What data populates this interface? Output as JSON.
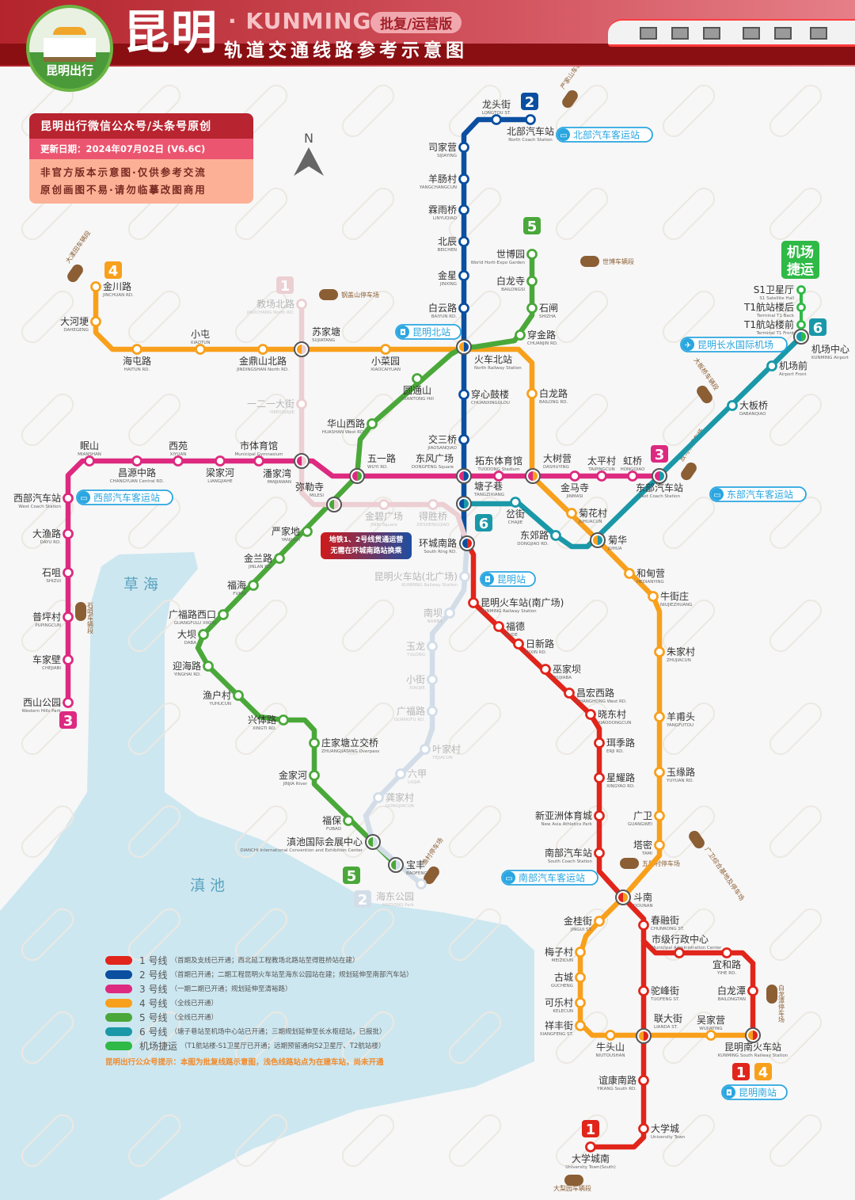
{
  "header": {
    "title_cn": "昆明",
    "title_en": "· KUNMING",
    "version_tag": "批复/运营版",
    "subtitle": "轨道交通线路参考示意图",
    "logo_text": "昆明出行"
  },
  "info": {
    "line1": "昆明出行微信公众号/头条号原创",
    "update": "更新日期：2024年07月02日 (V6.6C)",
    "note1": "非官方版本示意图·仅供参考交流",
    "note2": "原创画图不易·请勿临摹改图商用"
  },
  "compass": "N",
  "lakes": {
    "caohai": "草 海",
    "dianchi": "滇 池"
  },
  "watermark": "昆明出行",
  "notice": {
    "line1": "地铁1、2号线贯通运营",
    "line2": "无需在环城南路站换乘"
  },
  "colors": {
    "1": "#e1251b",
    "2": "#0b4fa0",
    "3": "#dd2a80",
    "4": "#f8a01c",
    "5": "#4aa83a",
    "6": "#1a98a8",
    "AE": "#2fb946",
    "1L": "#eccfd3",
    "2L": "#d2dde8",
    "depot": "#8b5e34",
    "hub": "#2aa6e0",
    "lake": "#cde7f0"
  },
  "lines": [
    {
      "id": "1",
      "label": "1 号线",
      "desc": "（首期及支线已开通；西北延工程教场北路站至得胜桥站在建）"
    },
    {
      "id": "2",
      "label": "2 号线",
      "desc": "（首期已开通；二期工程昆明火车站至海东公园站在建；规划延伸至南部汽车站）"
    },
    {
      "id": "3",
      "label": "3 号线",
      "desc": "（一期二期已开通；规划延伸至清裕路）"
    },
    {
      "id": "4",
      "label": "4 号线",
      "desc": "（全线已开通）"
    },
    {
      "id": "5",
      "label": "5 号线",
      "desc": "（全线已开通）"
    },
    {
      "id": "6",
      "label": "6 号线",
      "desc": "（塘子巷站至机场中心站已开通；三期规划延伸至长水枢纽站，已报批）"
    },
    {
      "id": "AE",
      "label": "机场捷运",
      "desc": "（T1航站楼-S1卫星厅已开通；远期预留通向S2卫星厅、T2航站楼）"
    }
  ],
  "legend_tip": "昆明出行公众号提示：本图为批复线路示意图，浅色线路站点为在建车站，尚未开通",
  "badges": [
    {
      "text": "2",
      "line": "2"
    },
    {
      "text": "5",
      "line": "5"
    },
    {
      "text": "4",
      "line": "4"
    },
    {
      "text": "1",
      "line": "1L"
    },
    {
      "text": "6",
      "line": "6"
    },
    {
      "text": "3",
      "line": "3"
    },
    {
      "text": "6",
      "line": "6"
    },
    {
      "text": "3",
      "line": "3"
    },
    {
      "text": "5",
      "line": "5"
    },
    {
      "text": "2",
      "line": "2L"
    },
    {
      "text": "1",
      "line": "1"
    },
    {
      "text": "4",
      "line": "4"
    },
    {
      "text": "1",
      "line": "1"
    },
    {
      "text": "机场捷运",
      "line": "AE"
    }
  ],
  "hubs": [
    {
      "text": "北部汽车客运站",
      "icon": "bus"
    },
    {
      "text": "昆明北站",
      "icon": "train"
    },
    {
      "text": "西部汽车客运站",
      "icon": "bus"
    },
    {
      "text": "昆明长水国际机场",
      "icon": "plane"
    },
    {
      "text": "东部汽车客运站",
      "icon": "bus"
    },
    {
      "text": "昆明站",
      "icon": "train"
    },
    {
      "text": "南部汽车客运站",
      "icon": "bus"
    },
    {
      "text": "昆明南站",
      "icon": "train"
    }
  ],
  "depots": [
    {
      "text": "大漾田车辆段"
    },
    {
      "text": "钢盖山停车场"
    },
    {
      "text": "世博车辆段"
    },
    {
      "text": "严家山车辆段"
    },
    {
      "text": "大板桥车辆段"
    },
    {
      "text": "放马桥停车场"
    },
    {
      "text": "石咀车辆段"
    },
    {
      "text": "渔村停车场"
    },
    {
      "text": "五腊村停车场"
    },
    {
      "text": "广卫综合基地及停车场"
    },
    {
      "text": "白龙潭停车场"
    },
    {
      "text": "大梨园车辆段"
    }
  ],
  "stations": [
    {
      "cn": "龙头街",
      "en": "LONGTOU ST.",
      "lines": [
        "2"
      ]
    },
    {
      "cn": "北部汽车站",
      "en": "North Coach Station",
      "lines": [
        "2"
      ]
    },
    {
      "cn": "司家营",
      "en": "SIJIAYING",
      "lines": [
        "2"
      ]
    },
    {
      "cn": "羊肠村",
      "en": "YANGCHANGCUN",
      "lines": [
        "2"
      ]
    },
    {
      "cn": "霖雨桥",
      "en": "LINYUQIAO",
      "lines": [
        "2"
      ]
    },
    {
      "cn": "北辰",
      "en": "BEICHEN",
      "lines": [
        "2"
      ]
    },
    {
      "cn": "金星",
      "en": "JINXING",
      "lines": [
        "2"
      ]
    },
    {
      "cn": "白云路",
      "en": "BAIYUN RD.",
      "lines": [
        "2"
      ]
    },
    {
      "cn": "火车北站",
      "en": "North Railway Station",
      "lines": [
        "4",
        "2",
        "5"
      ]
    },
    {
      "cn": "穿心鼓楼",
      "en": "CHUANXINGULOU",
      "lines": [
        "2"
      ]
    },
    {
      "cn": "交三桥",
      "en": "JIAOSANQIAO",
      "lines": [
        "2"
      ]
    },
    {
      "cn": "东风广场",
      "en": "DONGFENG Square",
      "lines": [
        "3",
        "2"
      ]
    },
    {
      "cn": "塘子巷",
      "en": "TANGZIXIANG",
      "lines": [
        "2",
        "6"
      ]
    },
    {
      "cn": "环城南路",
      "en": "South Ring RD.",
      "lines": [
        "2",
        "1"
      ]
    },
    {
      "cn": "昆明火车站(北广场)",
      "en": "KUNMING Railway Station",
      "lines": [
        "2L"
      ]
    },
    {
      "cn": "南坝",
      "en": "NANBA",
      "lines": [
        "2L"
      ]
    },
    {
      "cn": "玉龙",
      "en": "YULONG",
      "lines": [
        "2L"
      ]
    },
    {
      "cn": "小街",
      "en": "XIAOJIE",
      "lines": [
        "2L"
      ]
    },
    {
      "cn": "广福路",
      "en": "GUANGFU RD.",
      "lines": [
        "2L"
      ]
    },
    {
      "cn": "叶家村",
      "en": "YEJIACUN",
      "lines": [
        "2L"
      ]
    },
    {
      "cn": "六甲",
      "en": "LIUJIA",
      "lines": [
        "2L"
      ]
    },
    {
      "cn": "龚家村",
      "en": "GONGJIACUN",
      "lines": [
        "2L"
      ]
    },
    {
      "cn": "海东公园",
      "en": "HAIDONG Park",
      "lines": [
        "2L"
      ]
    },
    {
      "cn": "昆明火车站(南广场)",
      "en": "KUNMING Railway Station",
      "lines": [
        "1"
      ]
    },
    {
      "cn": "福德",
      "en": "FUDE",
      "lines": [
        "1"
      ]
    },
    {
      "cn": "日新路",
      "en": "RIXIN RD.",
      "lines": [
        "1"
      ]
    },
    {
      "cn": "巫家坝",
      "en": "WUJIABA",
      "lines": [
        "1"
      ]
    },
    {
      "cn": "昌宏西路",
      "en": "CHANGHONG West RD.",
      "lines": [
        "1"
      ]
    },
    {
      "cn": "晓东村",
      "en": "XIAODONGCUN",
      "lines": [
        "1"
      ]
    },
    {
      "cn": "珥季路",
      "en": "ERJI RD.",
      "lines": [
        "1"
      ]
    },
    {
      "cn": "星耀路",
      "en": "XINGYAO RD.",
      "lines": [
        "1"
      ]
    },
    {
      "cn": "新亚洲体育城",
      "en": "New Asia Athletics Park",
      "lines": [
        "1"
      ]
    },
    {
      "cn": "南部汽车站",
      "en": "South Coach Station",
      "lines": [
        "1"
      ]
    },
    {
      "cn": "斗南",
      "en": "DOUNAN",
      "lines": [
        "1",
        "4"
      ]
    },
    {
      "cn": "春融街",
      "en": "CHUNRONG ST.",
      "lines": [
        "1"
      ]
    },
    {
      "cn": "市级行政中心",
      "en": "Municipal Administration Center",
      "lines": [
        "1"
      ]
    },
    {
      "cn": "宜和路",
      "en": "YIHE RD.",
      "lines": [
        "1"
      ]
    },
    {
      "cn": "白龙潭",
      "en": "BAILONGTAN",
      "lines": [
        "1"
      ]
    },
    {
      "cn": "昆明南火车站",
      "en": "KUNMING South Railway Station",
      "lines": [
        "4",
        "1"
      ]
    },
    {
      "cn": "驼峰街",
      "en": "TUOFENG ST.",
      "lines": [
        "1"
      ]
    },
    {
      "cn": "联大街",
      "en": "LIANDA ST.",
      "lines": [
        "4",
        "1"
      ]
    },
    {
      "cn": "谊康南路",
      "en": "YIKANG South RD.",
      "lines": [
        "1"
      ]
    },
    {
      "cn": "大学城",
      "en": "University Town",
      "lines": [
        "1"
      ]
    },
    {
      "cn": "大学城南",
      "en": "University Town(South)",
      "lines": [
        "1"
      ]
    },
    {
      "cn": "教场北路",
      "en": "JIAOCHANG North RD.",
      "lines": [
        "1L"
      ]
    },
    {
      "cn": "苏家塘",
      "en": "SUJIATANG",
      "lines": [
        "4",
        "1L"
      ]
    },
    {
      "cn": "一二一大街",
      "en": "YIERYIDAJIE",
      "lines": [
        "1L"
      ]
    },
    {
      "cn": "潘家湾",
      "en": "PANJIAWAN",
      "lines": [
        "3",
        "1L"
      ]
    },
    {
      "cn": "金碧广场",
      "en": "JINBI Square",
      "lines": [
        "1L"
      ]
    },
    {
      "cn": "得胜桥",
      "en": "DESHENGQIAO",
      "lines": [
        "1L"
      ]
    },
    {
      "cn": "西山公园",
      "en": "Western Hills Park",
      "lines": [
        "3"
      ]
    },
    {
      "cn": "车家壁",
      "en": "CHEJIABI",
      "lines": [
        "3"
      ]
    },
    {
      "cn": "普坪村",
      "en": "PUPINGCUN",
      "lines": [
        "3"
      ]
    },
    {
      "cn": "石咀",
      "en": "SHIZUI",
      "lines": [
        "3"
      ]
    },
    {
      "cn": "大渔路",
      "en": "DAYU RD.",
      "lines": [
        "3"
      ]
    },
    {
      "cn": "西部汽车站",
      "en": "West Coach Station",
      "lines": [
        "3"
      ]
    },
    {
      "cn": "眠山",
      "en": "MIANSHAN",
      "lines": [
        "3"
      ]
    },
    {
      "cn": "昌源中路",
      "en": "CHANGYUAN Central RD.",
      "lines": [
        "3"
      ]
    },
    {
      "cn": "西苑",
      "en": "XIYUAN",
      "lines": [
        "3"
      ]
    },
    {
      "cn": "梁家河",
      "en": "LIANGJIAHE",
      "lines": [
        "3"
      ]
    },
    {
      "cn": "市体育馆",
      "en": "Municipal Gymnasium",
      "lines": [
        "3"
      ]
    },
    {
      "cn": "五一路",
      "en": "WUYI RD.",
      "lines": [
        "3",
        "5"
      ]
    },
    {
      "cn": "拓东体育馆",
      "en": "TUODONG Stadium",
      "lines": [
        "3"
      ]
    },
    {
      "cn": "大树营",
      "en": "DASHUYING",
      "lines": [
        "3",
        "4"
      ]
    },
    {
      "cn": "金马寺",
      "en": "JINMASI",
      "lines": [
        "3"
      ]
    },
    {
      "cn": "太平村",
      "en": "TAIPINGCUN",
      "lines": [
        "3"
      ]
    },
    {
      "cn": "虹桥",
      "en": "HONGQIAO",
      "lines": [
        "3"
      ]
    },
    {
      "cn": "东部汽车站",
      "en": "East Coach Station",
      "lines": [
        "3",
        "6"
      ]
    },
    {
      "cn": "金川路",
      "en": "JINCHUAN RD.",
      "lines": [
        "4"
      ]
    },
    {
      "cn": "大河埂",
      "en": "DAHEGENG",
      "lines": [
        "4"
      ]
    },
    {
      "cn": "海屯路",
      "en": "HAITUN RD.",
      "lines": [
        "4"
      ]
    },
    {
      "cn": "小屯",
      "en": "XIAOTUN",
      "lines": [
        "4"
      ]
    },
    {
      "cn": "金鼎山北路",
      "en": "JINDINGSHAN North RD.",
      "lines": [
        "4"
      ]
    },
    {
      "cn": "小菜园",
      "en": "XIAOCAIYUAN",
      "lines": [
        "4"
      ]
    },
    {
      "cn": "白龙路",
      "en": "BAILONG RD.",
      "lines": [
        "4"
      ]
    },
    {
      "cn": "菊花村",
      "en": "JUHUACUN",
      "lines": [
        "4"
      ]
    },
    {
      "cn": "菊华",
      "en": "JUHUA",
      "lines": [
        "4",
        "6"
      ]
    },
    {
      "cn": "和甸营",
      "en": "HEDIANYING",
      "lines": [
        "4"
      ]
    },
    {
      "cn": "牛街庄",
      "en": "NIUJIEZHUANG",
      "lines": [
        "4"
      ]
    },
    {
      "cn": "朱家村",
      "en": "ZHUJIACUN",
      "lines": [
        "4"
      ]
    },
    {
      "cn": "羊甫头",
      "en": "YANGFUTOU",
      "lines": [
        "4"
      ]
    },
    {
      "cn": "玉缘路",
      "en": "YUYUAN RD.",
      "lines": [
        "4"
      ]
    },
    {
      "cn": "广卫",
      "en": "GUANGWEI",
      "lines": [
        "4"
      ]
    },
    {
      "cn": "塔密",
      "en": "TAMI",
      "lines": [
        "4"
      ]
    },
    {
      "cn": "金桂街",
      "en": "JINGUI ST.",
      "lines": [
        "4"
      ]
    },
    {
      "cn": "梅子村",
      "en": "MEIZICUN",
      "lines": [
        "4"
      ]
    },
    {
      "cn": "古城",
      "en": "GUCHENG",
      "lines": [
        "4"
      ]
    },
    {
      "cn": "可乐村",
      "en": "KELECUN",
      "lines": [
        "4"
      ]
    },
    {
      "cn": "祥丰街",
      "en": "XIANGFENG ST.",
      "lines": [
        "4"
      ]
    },
    {
      "cn": "牛头山",
      "en": "NIUTOUSHAN",
      "lines": [
        "4"
      ]
    },
    {
      "cn": "吴家营",
      "en": "WUJIAYING",
      "lines": [
        "4"
      ]
    },
    {
      "cn": "世博园",
      "en": "World Horti-Expo Garden",
      "lines": [
        "5"
      ]
    },
    {
      "cn": "白龙寺",
      "en": "BAILONGSI",
      "lines": [
        "5"
      ]
    },
    {
      "cn": "石闸",
      "en": "SHIZHA",
      "lines": [
        "5"
      ]
    },
    {
      "cn": "穿金路",
      "en": "CHUANJIN RD.",
      "lines": [
        "5"
      ]
    },
    {
      "cn": "圆通山",
      "en": "YUANTONG Hill",
      "lines": [
        "5"
      ]
    },
    {
      "cn": "华山西路",
      "en": "HUASHAN West RD.",
      "lines": [
        "5"
      ]
    },
    {
      "cn": "弥勒寺",
      "en": "MILESI",
      "lines": [
        "5",
        "1L"
      ]
    },
    {
      "cn": "严家地",
      "en": "YANJIADI",
      "lines": [
        "5"
      ]
    },
    {
      "cn": "金兰路",
      "en": "JINLAN RD.",
      "lines": [
        "5"
      ]
    },
    {
      "cn": "福海",
      "en": "FUHAI",
      "lines": [
        "5"
      ]
    },
    {
      "cn": "广福路西口",
      "en": "GUANGFULU XIKOU",
      "lines": [
        "5"
      ]
    },
    {
      "cn": "大坝",
      "en": "DABA",
      "lines": [
        "5"
      ]
    },
    {
      "cn": "迎海路",
      "en": "YINGHAI RD.",
      "lines": [
        "5"
      ]
    },
    {
      "cn": "渔户村",
      "en": "YUHUCUN",
      "lines": [
        "5"
      ]
    },
    {
      "cn": "兴体路",
      "en": "XINGTI RD.",
      "lines": [
        "5"
      ]
    },
    {
      "cn": "庄家塘立交桥",
      "en": "ZHUANGJIATANG Overpass",
      "lines": [
        "5"
      ]
    },
    {
      "cn": "金家河",
      "en": "JINJIA River",
      "lines": [
        "5"
      ]
    },
    {
      "cn": "福保",
      "en": "FUBAO",
      "lines": [
        "5"
      ]
    },
    {
      "cn": "滇池国际会展中心",
      "en": "DIANCHI International Convention and Exhibition Center",
      "lines": [
        "5",
        "2L"
      ]
    },
    {
      "cn": "宝丰",
      "en": "BAOFENG",
      "lines": [
        "5",
        "2L"
      ]
    },
    {
      "cn": "岔街",
      "en": "CHAJIE",
      "lines": [
        "6"
      ]
    },
    {
      "cn": "东郊路",
      "en": "DONGJIAO RD.",
      "lines": [
        "6"
      ]
    },
    {
      "cn": "大板桥",
      "en": "DABANQIAO",
      "lines": [
        "6"
      ]
    },
    {
      "cn": "机场前",
      "en": "Airport Front",
      "lines": [
        "6"
      ]
    },
    {
      "cn": "机场中心",
      "en": "KUNMING Airport",
      "lines": [
        "6",
        "AE"
      ]
    },
    {
      "cn": "S1卫星厅",
      "en": "S1 Satellite Hall",
      "lines": [
        "AE"
      ]
    },
    {
      "cn": "T1航站楼后",
      "en": "Terminal T1 Back",
      "lines": [
        "AE"
      ]
    },
    {
      "cn": "T1航站楼前",
      "en": "Terminal T1 Front",
      "lines": [
        "AE"
      ]
    }
  ]
}
